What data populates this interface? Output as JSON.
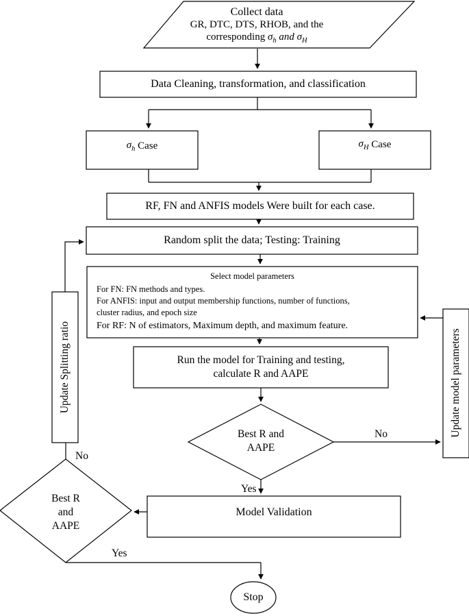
{
  "collect": {
    "line1": "Collect data",
    "line2": "GR, DTC, DTS, RHOB, and the",
    "line3_prefix": "corresponding",
    "sigma_h_symbol": "σ",
    "sigma_h_sub": "h",
    "and_word": "and",
    "sigma_H_symbol": "σ",
    "sigma_H_sub": "H"
  },
  "cleaning": "Data Cleaning, transformation, and classification",
  "case_h": {
    "symbol": "σ",
    "sub": "h",
    "label": "Case"
  },
  "case_H": {
    "symbol": "σ",
    "sub": "H",
    "label": "Case"
  },
  "build": "RF, FN and ANFIS models Were built for each case.",
  "split": "Random split the data; Testing: Training",
  "params": {
    "title": "Select model parameters",
    "fn": "For FN: FN methods and types.",
    "anfis1": "For ANFIS: input and output membership functions, number of functions,",
    "anfis2": "cluster radius, and epoch size",
    "rf": "For RF: N of estimators, Maximum depth, and maximum feature."
  },
  "run": {
    "line1": "Run the model for Training and testing,",
    "line2": "calculate R and AAPE"
  },
  "decision1": {
    "line1": "Best R and",
    "line2": "AAPE"
  },
  "no1": "No",
  "yes1": "Yes",
  "update_params": "Update model parameters",
  "validation": "Model Validation",
  "decision2": {
    "line1": "Best R",
    "line2": "and",
    "line3": "AAPE"
  },
  "no2": "No",
  "yes2": "Yes",
  "update_split": "Update Splitting ratio",
  "stop": "Stop"
}
